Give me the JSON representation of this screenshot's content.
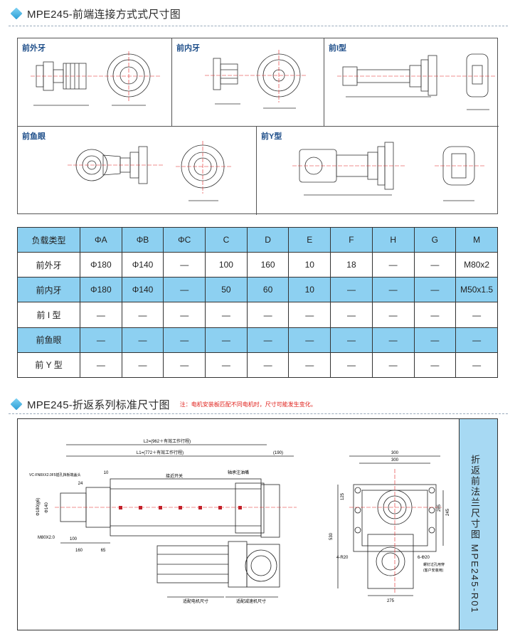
{
  "section1": {
    "title": "MPE245-前端连接方式式尺寸图"
  },
  "panels": {
    "outer_thread": "前外牙",
    "inner_thread": "前内牙",
    "i_type": "前I型",
    "fish_eye": "前鱼眼",
    "y_type": "前Y型"
  },
  "table": {
    "headers": [
      "负载类型",
      "ΦA",
      "ΦB",
      "ΦC",
      "C",
      "D",
      "E",
      "F",
      "H",
      "G",
      "M"
    ],
    "rows": [
      [
        "前外牙",
        "Φ180",
        "Φ140",
        "—",
        "100",
        "160",
        "10",
        "18",
        "—",
        "—",
        "M80x2"
      ],
      [
        "前内牙",
        "Φ180",
        "Φ140",
        "—",
        "50",
        "60",
        "10",
        "—",
        "—",
        "—",
        "M50x1.5"
      ],
      [
        "前 I 型",
        "—",
        "—",
        "—",
        "—",
        "—",
        "—",
        "—",
        "—",
        "—",
        "—"
      ],
      [
        "前鱼眼",
        "—",
        "—",
        "—",
        "—",
        "—",
        "—",
        "—",
        "—",
        "—",
        "—"
      ],
      [
        "前 Y 型",
        "—",
        "—",
        "—",
        "—",
        "—",
        "—",
        "—",
        "—",
        "—",
        "—"
      ]
    ]
  },
  "section2": {
    "title": "MPE245-折返系列标准尺寸图",
    "note": "注：电机安装板匹配不同电机时，尺寸可能发生变化。",
    "side_label": "折返前法兰尺寸图 MPE245-R01"
  },
  "fold_drawing": {
    "dims": {
      "l2": "L2=(962＋有效工作行程)",
      "l1": "L1=(772＋有效工作行程)",
      "d190": "(190)",
      "d10": "10",
      "d24": "24",
      "d100": "100",
      "d160": "160",
      "d65": "65",
      "phi180": "Φ180(g6)",
      "phi140": "Φ140",
      "m80": "M80X2.0",
      "d300a": "300",
      "d300b": "300",
      "d125": "125",
      "d245": "245",
      "d285": "285",
      "d530": "530",
      "r20": "4-R20",
      "phi20": "6-Φ20",
      "d275": "275"
    },
    "labels": {
      "switch": "接近开关",
      "nozzle": "轴承注油嘴",
      "grease": "VC-FN8XX2.0F5插孔挡板端盖头",
      "motor": "适配电机尺寸",
      "reducer": "适配减速机尺寸",
      "bolt": "螺钉过孔用穿",
      "bolt2": "(客户安装用)"
    }
  }
}
